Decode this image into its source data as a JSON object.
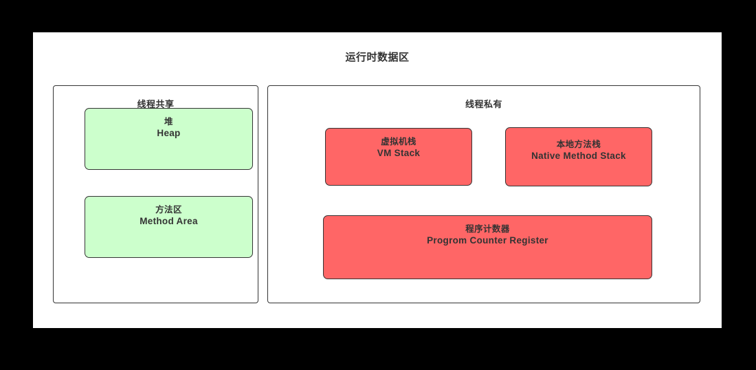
{
  "diagram": {
    "title": "运行时数据区",
    "colors": {
      "background": "#000000",
      "card": "#ffffff",
      "border": "#333333",
      "text": "#333333",
      "shared_fill": "#ccffcc",
      "private_fill": "#ff6666"
    },
    "panels": [
      {
        "id": "thread-shared",
        "title": "线程共享",
        "fill": "#ccffcc",
        "boxes": [
          {
            "id": "heap",
            "cn": "堆",
            "en": "Heap"
          },
          {
            "id": "method-area",
            "cn": "方法区",
            "en": "Method Area"
          }
        ]
      },
      {
        "id": "thread-private",
        "title": "线程私有",
        "fill": "#ff6666",
        "boxes": [
          {
            "id": "vm-stack",
            "cn": "虚拟机栈",
            "en": "VM Stack"
          },
          {
            "id": "native-method-stack",
            "cn": "本地方法栈",
            "en": "Native Method Stack"
          },
          {
            "id": "program-counter-register",
            "cn": "程序计数器",
            "en": "Progrom Counter Register"
          }
        ]
      }
    ]
  }
}
